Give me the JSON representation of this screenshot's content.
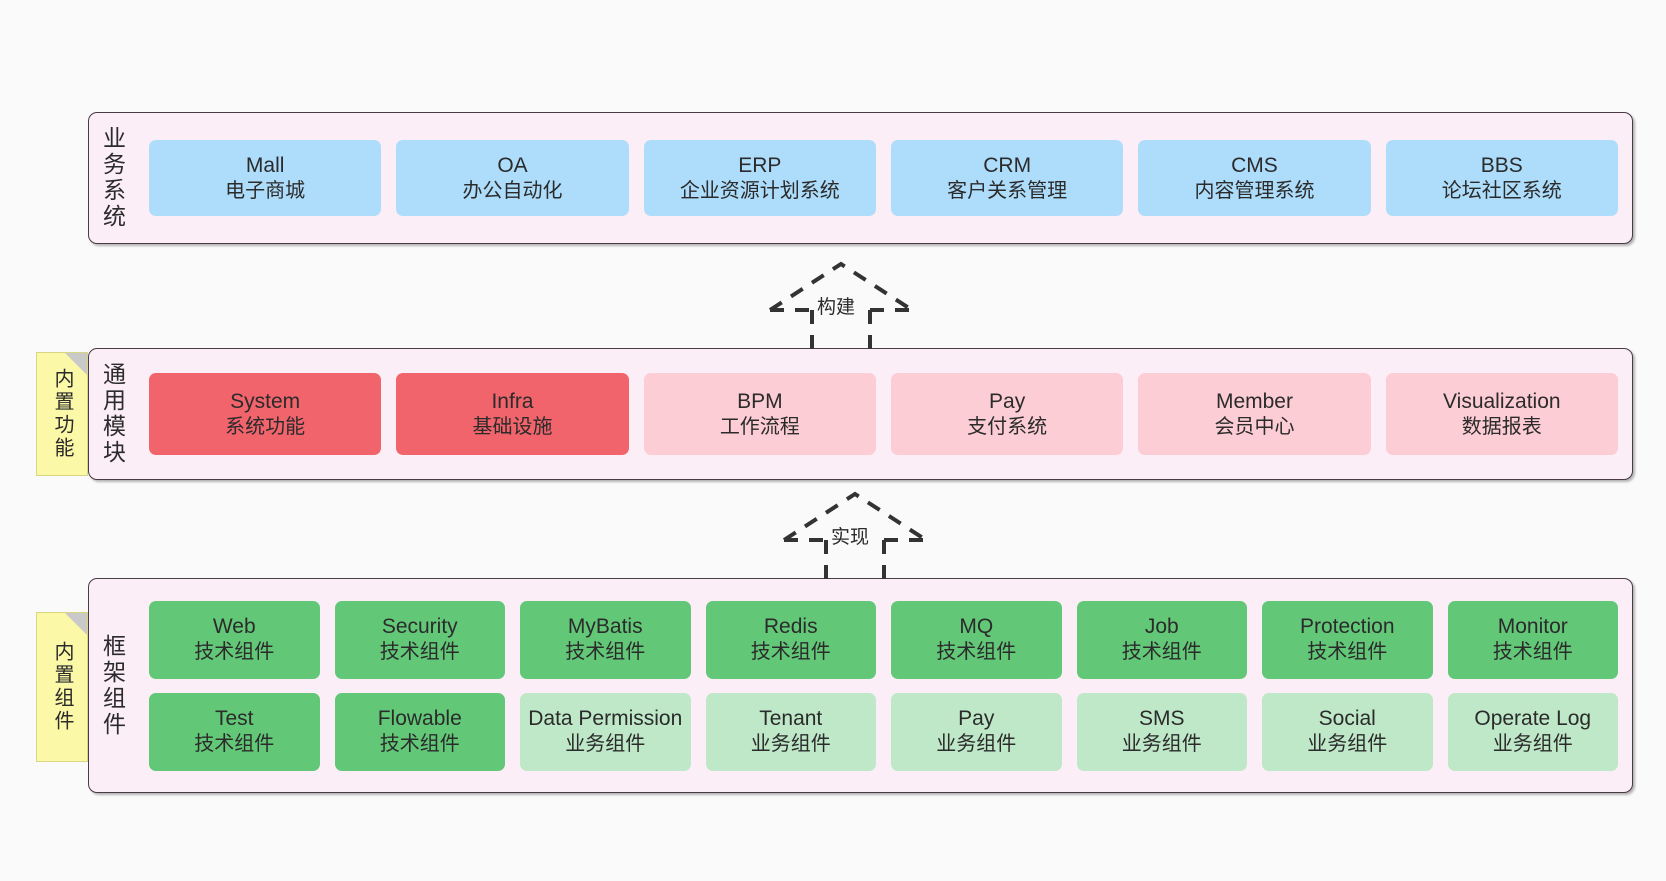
{
  "diagram": {
    "title": "ruoyi-vue-pro architecture layers",
    "colors": {
      "background": "#fafafa",
      "layer_fill": "#fbeef7",
      "layer_border": "#4a3a46",
      "business_node": "#aeddfb",
      "core_module_node": "#f1646c",
      "module_node": "#fccdd4",
      "tech_component_node": "#62c878",
      "biz_component_node": "#bee8c8",
      "note_fill": "#fbf8a8",
      "note_fold": "#c9c9c9"
    }
  },
  "notes": [
    {
      "id": "note-function",
      "label": "内置功能"
    },
    {
      "id": "note-component",
      "label": "内置组件"
    }
  ],
  "connectors": [
    {
      "id": "arrow-build",
      "label": "构建",
      "style": "dashed-generalization",
      "direction": "up"
    },
    {
      "id": "arrow-implement",
      "label": "实现",
      "style": "dashed-generalization",
      "direction": "up"
    }
  ],
  "layers": {
    "business": {
      "title": "业务系统",
      "rows": [
        [
          {
            "en": "Mall",
            "cn": "电子商城",
            "color": "blue"
          },
          {
            "en": "OA",
            "cn": "办公自动化",
            "color": "blue"
          },
          {
            "en": "ERP",
            "cn": "企业资源计划系统",
            "color": "blue"
          },
          {
            "en": "CRM",
            "cn": "客户关系管理",
            "color": "blue"
          },
          {
            "en": "CMS",
            "cn": "内容管理系统",
            "color": "blue"
          },
          {
            "en": "BBS",
            "cn": "论坛社区系统",
            "color": "blue"
          }
        ]
      ]
    },
    "common": {
      "title": "通用模块",
      "rows": [
        [
          {
            "en": "System",
            "cn": "系统功能",
            "color": "red"
          },
          {
            "en": "Infra",
            "cn": "基础设施",
            "color": "red"
          },
          {
            "en": "BPM",
            "cn": "工作流程",
            "color": "pink"
          },
          {
            "en": "Pay",
            "cn": "支付系统",
            "color": "pink"
          },
          {
            "en": "Member",
            "cn": "会员中心",
            "color": "pink"
          },
          {
            "en": "Visualization",
            "cn": "数据报表",
            "color": "pink"
          }
        ]
      ]
    },
    "framework": {
      "title": "框架组件",
      "rows": [
        [
          {
            "en": "Web",
            "cn": "技术组件",
            "color": "green"
          },
          {
            "en": "Security",
            "cn": "技术组件",
            "color": "green"
          },
          {
            "en": "MyBatis",
            "cn": "技术组件",
            "color": "green"
          },
          {
            "en": "Redis",
            "cn": "技术组件",
            "color": "green"
          },
          {
            "en": "MQ",
            "cn": "技术组件",
            "color": "green"
          },
          {
            "en": "Job",
            "cn": "技术组件",
            "color": "green"
          },
          {
            "en": "Protection",
            "cn": "技术组件",
            "color": "green"
          },
          {
            "en": "Monitor",
            "cn": "技术组件",
            "color": "green"
          }
        ],
        [
          {
            "en": "Test",
            "cn": "技术组件",
            "color": "green"
          },
          {
            "en": "Flowable",
            "cn": "技术组件",
            "color": "green"
          },
          {
            "en": "Data Permission",
            "cn": "业务组件",
            "color": "lgreen"
          },
          {
            "en": "Tenant",
            "cn": "业务组件",
            "color": "lgreen"
          },
          {
            "en": "Pay",
            "cn": "业务组件",
            "color": "lgreen"
          },
          {
            "en": "SMS",
            "cn": "业务组件",
            "color": "lgreen"
          },
          {
            "en": "Social",
            "cn": "业务组件",
            "color": "lgreen"
          },
          {
            "en": "Operate Log",
            "cn": "业务组件",
            "color": "lgreen"
          }
        ]
      ]
    }
  }
}
